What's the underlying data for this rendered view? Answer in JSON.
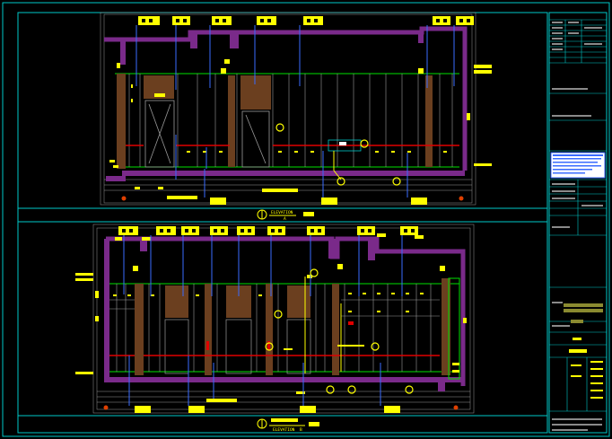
{
  "sheet": {
    "background": "#000000",
    "frame_color": "#00c8c8"
  },
  "drawing": {
    "elevation_top": {
      "title": "ELEVATION",
      "tag": "A"
    },
    "elevation_bottom": {
      "title": "ELEVATION",
      "tag": "B"
    }
  },
  "colors": {
    "yellow": "#ffff00",
    "blue": "#3a6bff",
    "purple": "#7a2a8a",
    "green": "#00e000",
    "red": "#e00000",
    "brown": "#6b3f1f",
    "white": "#ffffff",
    "cyan": "#00c8c8",
    "grey": "#9a9a9a"
  },
  "icons": {
    "callout": "section-callout-icon",
    "north": "elevation-marker-icon"
  }
}
